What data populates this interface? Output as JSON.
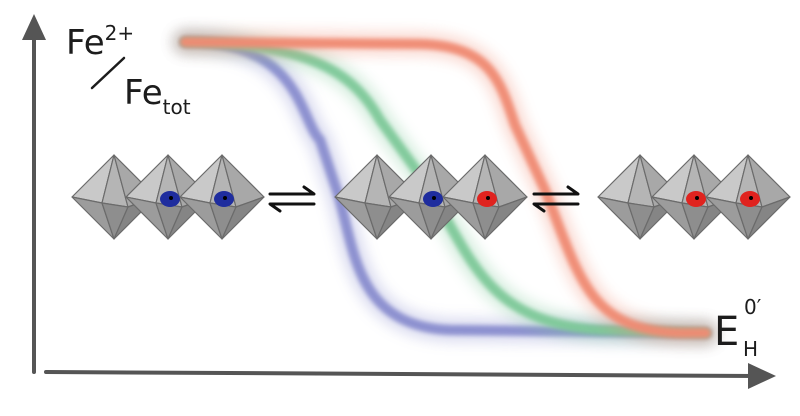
{
  "y_axis_label": {
    "numerator_base": "Fe",
    "numerator_superscript": "2+",
    "denominator_base": "Fe",
    "denominator_subscript": "tot"
  },
  "x_axis_label": {
    "base": "E",
    "superscript": "0′",
    "subscript": "H"
  },
  "curves": [
    {
      "color": "#8a8ecf"
    },
    {
      "color": "#7fc99a"
    },
    {
      "color": "#f08b73"
    }
  ],
  "states": [
    {
      "sites": [
        "reduced",
        "reduced"
      ]
    },
    {
      "sites": [
        "reduced",
        "oxidized"
      ]
    },
    {
      "sites": [
        "oxidized",
        "oxidized"
      ]
    }
  ],
  "site_colors": {
    "reduced": "#1f2d9e",
    "oxidized": "#e0231f"
  },
  "octahedron_color": "#b8b8b8",
  "axis_color": "#555555"
}
